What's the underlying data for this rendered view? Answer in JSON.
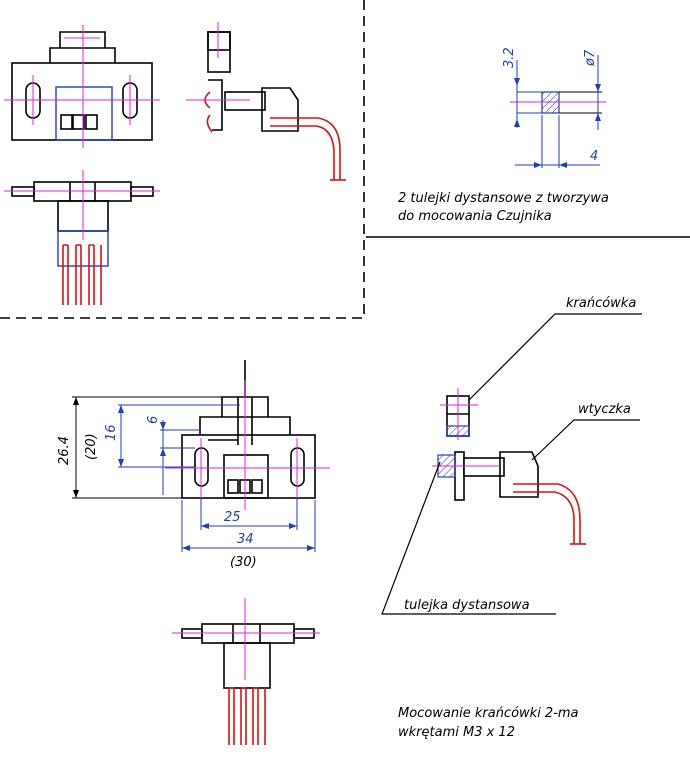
{
  "spacer_note": {
    "line1": "2 tulejki dystansowe z tworzywa",
    "line2": "do mocowania Czujnika"
  },
  "spacer_dims": {
    "height_left": "3.2",
    "diameter": "ø7",
    "length": "4"
  },
  "front_dims": {
    "overall_height": "26.4",
    "overall_height_ref": "(20)",
    "slot_height": "16",
    "slot_inner": "6",
    "slot_spacing": "25",
    "overall_width": "34",
    "overall_width_ref": "(30)"
  },
  "callouts": {
    "limit_switch": "krańcówka",
    "plug": "wtyczka",
    "spacer": "tulejka dystansowa"
  },
  "mounting_note": {
    "line1": "Mocowanie krańcówki 2-ma",
    "line2": "wkrętami M3 x 12"
  }
}
